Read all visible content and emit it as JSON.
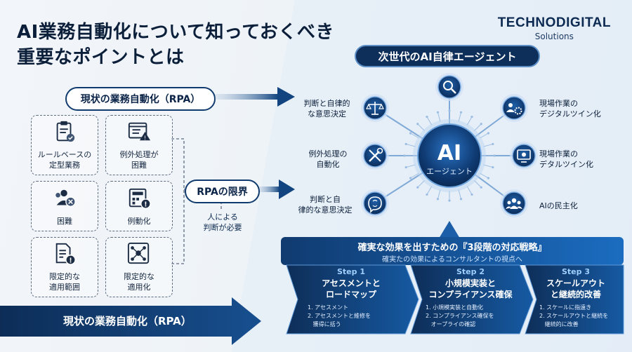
{
  "header": {
    "title_line1": "AI業務自動化について知っておくべき",
    "title_line2": "重要なポイントとは",
    "brand_name": "TECHNODIGITAL",
    "brand_sub": "Solutions"
  },
  "left": {
    "current_label": "現状の業務自動化（RPA）",
    "cards": [
      {
        "label": "ルールベースの\n定型業務",
        "icon": "clipboard-check-icon"
      },
      {
        "label": "例外処理が\n困難",
        "icon": "window-alert-icon"
      },
      {
        "label": "困難",
        "icon": "user-error-icon"
      },
      {
        "label": "例動化",
        "icon": "calculator-alert-icon"
      },
      {
        "label": "限定的な\n適用範囲",
        "icon": "document-alert-icon"
      },
      {
        "label": "限定的な\n適用化",
        "icon": "network-icon"
      }
    ],
    "limit_label": "RPAの限界",
    "human_note": "人による\n判断が必要",
    "bottom_label": "現状の業務自動化（RPA）"
  },
  "right": {
    "heading": "次世代のAI自律エージェント",
    "core_title": "AI",
    "core_sub": "エージェント",
    "nodes": [
      {
        "label": "判断と自律的\nな意思決定",
        "icon": "scale-icon"
      },
      {
        "label": "例外処理の\n自動化",
        "icon": "tools-icon"
      },
      {
        "label": "判断と自\n律的な意思決定",
        "icon": "brain-icon"
      },
      {
        "label": "",
        "icon": "search-icon"
      },
      {
        "label": "現場作業の\nデジタルツイン化",
        "icon": "people-gear-icon"
      },
      {
        "label": "現場作業の\nデタルツイン化",
        "icon": "digital-twin-icon"
      },
      {
        "label": "AIの民主化",
        "icon": "group-icon"
      }
    ]
  },
  "strategy": {
    "title": "確実な効果を出すための『3段階の対応戦略』",
    "subtitle": "確実たの効果によるコンサルタントの視点へ",
    "steps": [
      {
        "step": "Step 1",
        "title": "アセスメントと\nロードマップ",
        "bullets": [
          "1. アセスメント",
          "2. アセスメントと維修を\n   獲得に括う"
        ]
      },
      {
        "step": "Step 2",
        "title": "小規模実装と\nコンプライアンス確保",
        "bullets": [
          "1. 小規模実装と自動化",
          "2. コンプライアンス確保を\n   オープライの確認"
        ]
      },
      {
        "step": "Step 3",
        "title": "スケールアウト\nと継続的改善",
        "bullets": [
          "1. スケールに指遠き",
          "2. スケールアウトと継続を\n   継続的に改善"
        ]
      }
    ]
  },
  "colors": {
    "navy": "#0b2a52",
    "blue": "#1a5fb4",
    "accent": "#3d8ee0",
    "light": "#dceaf8"
  }
}
